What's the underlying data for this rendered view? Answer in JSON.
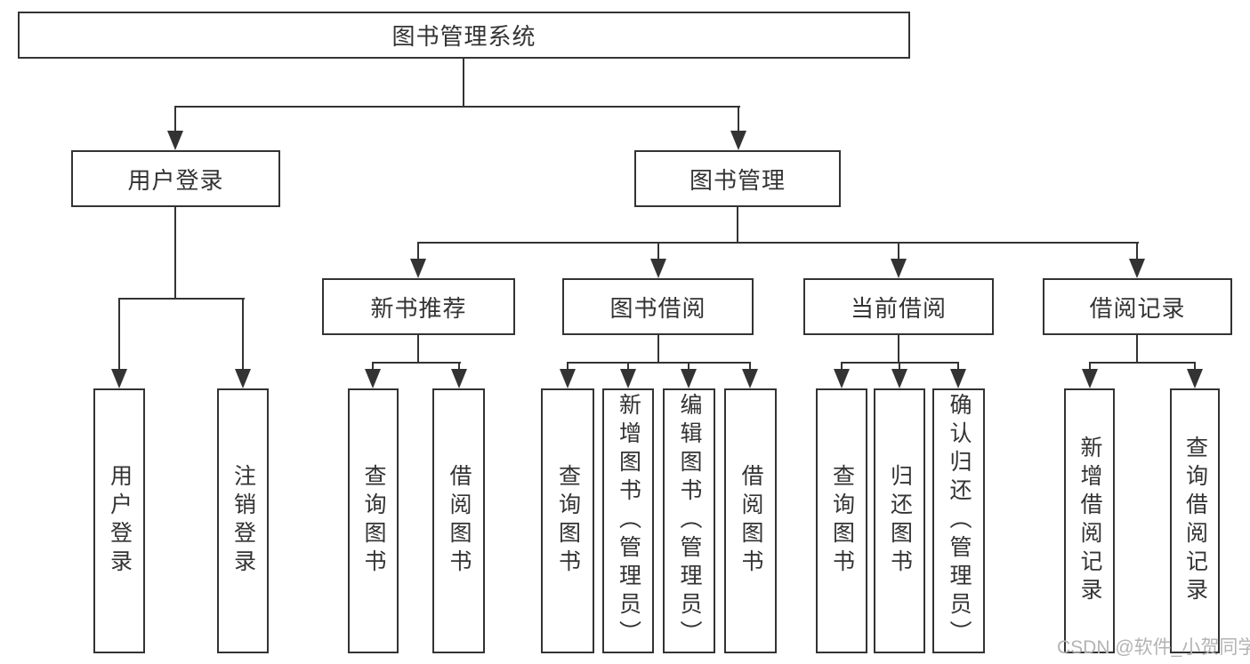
{
  "nodes": {
    "root": "图书管理系统",
    "user_login": "用户登录",
    "book_management": "图书管理",
    "new_book_recommendation": "新书推荐",
    "book_borrowing": "图书借阅",
    "current_borrowing": "当前借阅",
    "borrowing_records": "借阅记录",
    "leaf_user_login": "用户登录",
    "leaf_logout": "注销登录",
    "leaf_nb_query_books": "查询图书",
    "leaf_nb_borrow_books": "借阅图书",
    "leaf_bb_query_books": "查询图书",
    "leaf_bb_add_books_admin": "新增图书（管理员）",
    "leaf_bb_edit_books_admin": "编辑图书（管理员）",
    "leaf_bb_borrow_books": "借阅图书",
    "leaf_cb_query_books": "查询图书",
    "leaf_cb_return_books": "归还图书",
    "leaf_cb_confirm_return_admin": "确认归还（管理员）",
    "leaf_br_add_record": "新增借阅记录",
    "leaf_br_query_record": "查询借阅记录"
  },
  "watermark": "CSDN @软件_小贺同学",
  "colors": {
    "line": "#333333",
    "box_border": "#333333",
    "text": "#333333",
    "watermark": "#b3b3b3",
    "background": "#ffffff"
  }
}
